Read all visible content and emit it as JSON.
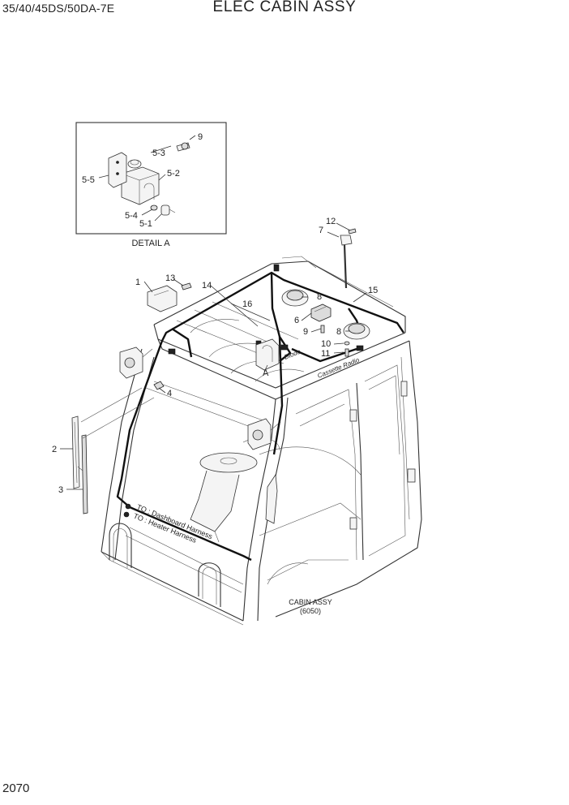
{
  "header": {
    "model": "35/40/45DS/50DA-7E",
    "title": "ELEC CABIN ASSY"
  },
  "detail": {
    "caption": "DETAIL A",
    "callouts": {
      "c9": "9",
      "c53": "5-3",
      "c55": "5-5",
      "c52": "5-2",
      "c54": "5-4",
      "c51": "5-1"
    }
  },
  "callouts": {
    "c1": "1",
    "c2": "2",
    "c3": "3",
    "c4": "4",
    "c6": "6",
    "c7": "7",
    "c8a": "8",
    "c8b": "8",
    "c9": "9",
    "c10": "10",
    "c11": "11",
    "c12": "12",
    "c13": "13",
    "c14": "14",
    "c15": "15",
    "c16": "16",
    "a": "A"
  },
  "annotations": {
    "diode": "Diode",
    "cassette": "Cassette Radio",
    "to_dashboard": "TO : Dashboard Harness",
    "to_heater": "TO : Heater Harness"
  },
  "cabin_ref": {
    "line1": "CABIN ASSY",
    "line2": "(6050)"
  },
  "footer": {
    "page": "2070"
  }
}
